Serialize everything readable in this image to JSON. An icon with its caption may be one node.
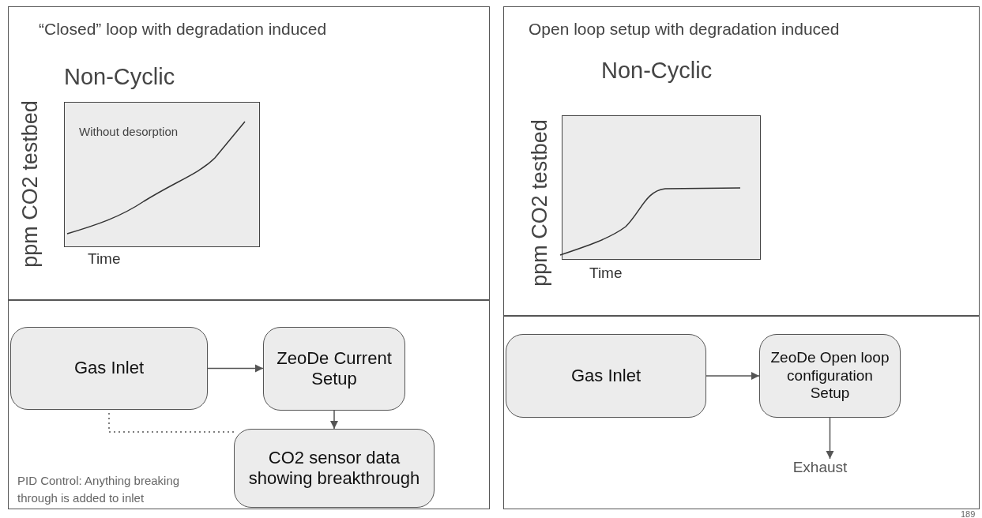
{
  "diagram": {
    "nodes": [
      {
        "text": [
          "“Closed” loop with degradation induced",
          "Non-Cyclic",
          "ppm CO2  testbed",
          "Time"
        ]
      },
      {
        "text": [
          "Without desorption"
        ],
        "in": 0
      },
      {
        "text": [],
        "shape": "box"
      },
      {
        "text": [
          "Gas Inlet"
        ],
        "in": 2
      },
      {
        "text": [
          "ZeoDe Current Setup"
        ],
        "in": 2
      },
      {
        "text": [
          "CO2 sensor data showing breakthrough"
        ],
        "in": 2
      },
      {
        "text": [
          "Open loop setup with degradation induced",
          "Non-Cyclic",
          "ppm CO2  testbed",
          "Time"
        ]
      },
      {
        "text": [],
        "shape": "box",
        "in": 6
      },
      {
        "text": [],
        "shape": "box"
      },
      {
        "text": [
          "Gas Inlet"
        ],
        "in": 8
      },
      {
        "text": [
          "ZeoDe Open loop configuration Setup"
        ],
        "in": 8
      },
      {
        "text": [
          "Exhaust"
        ],
        "in": 8
      }
    ],
    "edges": [
      {
        "from": 3,
        "to": 4,
        "arrow": "to"
      },
      {
        "from": 4,
        "to": 5,
        "arrow": "to"
      },
      {
        "from": 5,
        "to": 3,
        "arrow": "none",
        "style": "dashed"
      },
      {
        "from": 9,
        "to": 10,
        "arrow": "to"
      },
      {
        "from": 10,
        "to": 11,
        "arrow": "to"
      }
    ],
    "labels": [
      "PID Control: Anything breaking through is added to inlet",
      "189"
    ]
  }
}
